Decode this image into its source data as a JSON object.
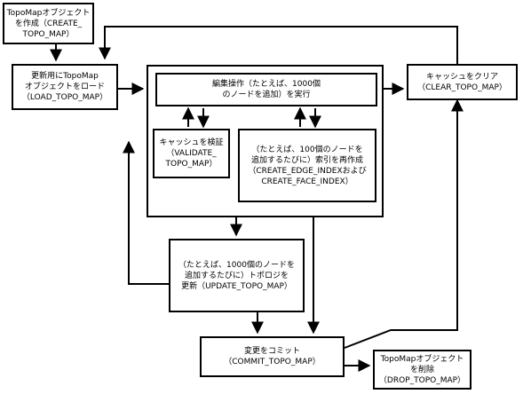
{
  "boxes": {
    "create": [
      "TopoMapオブジェクト",
      "を作成（CREATE_",
      "TOPO_MAP）"
    ],
    "load": [
      "更新用にTopoMap",
      "オブジェクトをロード",
      "（LOAD_TOPO_MAP）"
    ],
    "edit": [
      "編集操作（たとえば、1000個",
      "のノードを追加）を実行"
    ],
    "validate": [
      "キャッシュを検証",
      "（VALIDATE_",
      "TOPO_MAP）"
    ],
    "reindex": [
      "（たとえば、100個のノードを",
      "追加するたびに）索引を再作成",
      "（CREATE_EDGE_INDEXおよび",
      "CREATE_FACE_INDEX）"
    ],
    "clear": [
      "キャッシュをクリア",
      "（CLEAR_TOPO_MAP）"
    ],
    "update": [
      "（たとえば、1000個のノードを",
      "追加するたびに）トポロジを",
      "更新（UPDATE_TOPO_MAP）"
    ],
    "commit": [
      "変更をコミット",
      "（COMMIT_TOPO_MAP）"
    ],
    "drop": [
      "TopoMapオブジェクト",
      "を削除",
      "（DROP_TOPO_MAP）"
    ]
  }
}
